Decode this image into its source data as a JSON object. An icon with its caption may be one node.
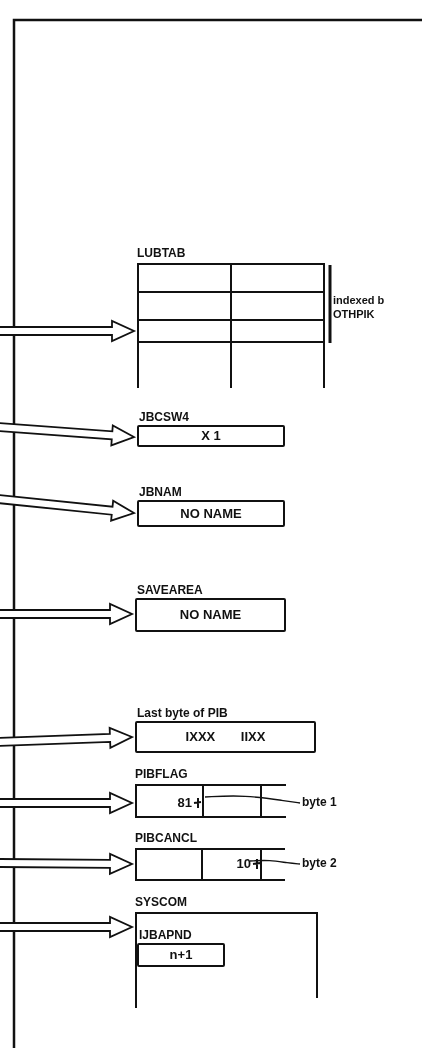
{
  "diagram": {
    "nodes": [
      {
        "text": [
          "LUBTAB"
        ],
        "beside": [
          "indexed b OTHPIK"
        ]
      },
      {
        "text": [
          "JBCSW4",
          "X 1"
        ]
      },
      {
        "text": [
          "JBNAM",
          "NO NAME"
        ]
      },
      {
        "text": [
          "SAVEAREA",
          "NO NAME"
        ]
      },
      {
        "text": [
          "Last byte of PIB",
          "IXXX IIXX"
        ]
      },
      {
        "text": [
          "PIBFLAG",
          "81"
        ]
      },
      {
        "text": [
          "byte 1"
        ]
      },
      {
        "text": [
          "PIBCANCL",
          "10"
        ]
      },
      {
        "text": [
          "byte 2"
        ]
      },
      {
        "text": [
          "SYSCOM"
        ]
      },
      {
        "text": [
          "IJBAPND",
          "n+1"
        ],
        "in": 9
      }
    ],
    "edges": [
      {
        "from": null,
        "to": 0,
        "arrow": "to"
      },
      {
        "from": null,
        "to": 1,
        "arrow": "to"
      },
      {
        "from": null,
        "to": 2,
        "arrow": "to"
      },
      {
        "from": null,
        "to": 3,
        "arrow": "to"
      },
      {
        "from": null,
        "to": 4,
        "arrow": "to"
      },
      {
        "from": null,
        "to": 5,
        "arrow": "to"
      },
      {
        "from": null,
        "to": 7,
        "arrow": "to"
      },
      {
        "from": null,
        "to": 9,
        "arrow": "to"
      },
      {
        "from": 6,
        "to": 5,
        "arrow": "none"
      },
      {
        "from": 8,
        "to": 7,
        "arrow": "none"
      }
    ]
  }
}
